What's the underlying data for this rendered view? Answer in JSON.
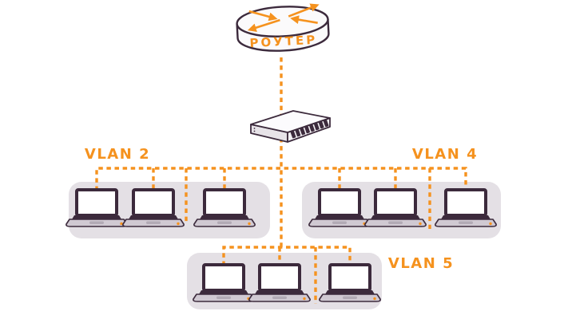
{
  "diagram": {
    "router": {
      "label": "РОУТЕР"
    },
    "switch": {
      "ports": 8
    },
    "vlans": [
      {
        "label": "VLAN 2",
        "devices": 3
      },
      {
        "label": "VLAN 4",
        "devices": 3
      },
      {
        "label": "VLAN 5",
        "devices": 3
      }
    ],
    "colors": {
      "accent_orange": "#F5921E",
      "outline_plum": "#3C2A3C",
      "group_background": "#E4E0E5",
      "laptop_base_gray": "#D0C9D2",
      "canvas_background": "#FFFFFF"
    }
  }
}
